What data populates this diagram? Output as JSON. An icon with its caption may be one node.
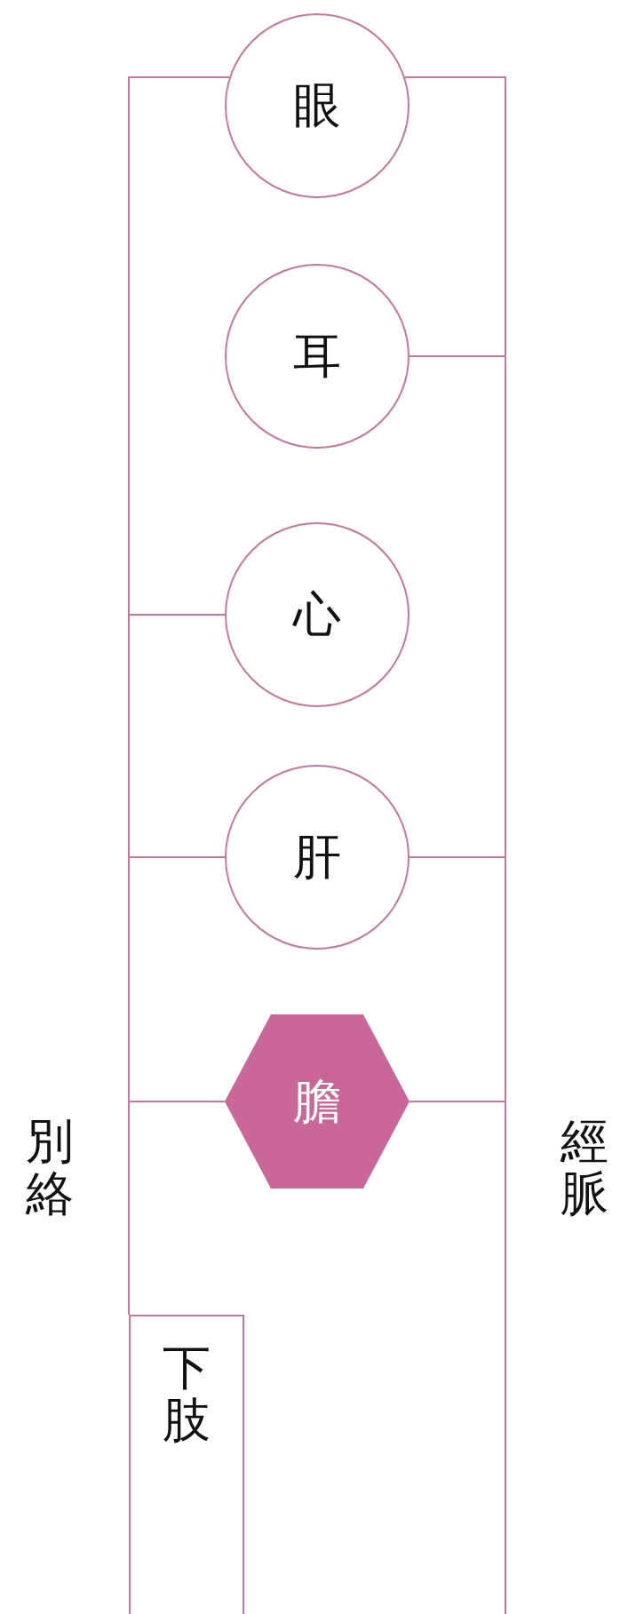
{
  "diagram": {
    "nodes": [
      {
        "text": [
          "眼"
        ]
      },
      {
        "text": [
          "耳"
        ]
      },
      {
        "text": [
          "心"
        ]
      },
      {
        "text": [
          "肝"
        ]
      },
      {
        "text": [
          "膽"
        ]
      },
      {
        "text": [
          "下肢"
        ]
      }
    ],
    "edges": [
      {
        "from": 0,
        "to": 2,
        "arrow": "none"
      },
      {
        "from": 2,
        "to": 3,
        "arrow": "none"
      },
      {
        "from": 3,
        "to": 4,
        "arrow": "none"
      },
      {
        "from": 4,
        "to": 5,
        "arrow": "none"
      },
      {
        "from": 0,
        "to": 1,
        "arrow": "none"
      },
      {
        "from": 1,
        "to": 3,
        "arrow": "none"
      },
      {
        "from": 3,
        "to": 4,
        "arrow": "none"
      },
      {
        "from": 4,
        "to": null,
        "arrow": "none"
      }
    ],
    "labels": [
      "別絡",
      "經脈"
    ]
  }
}
